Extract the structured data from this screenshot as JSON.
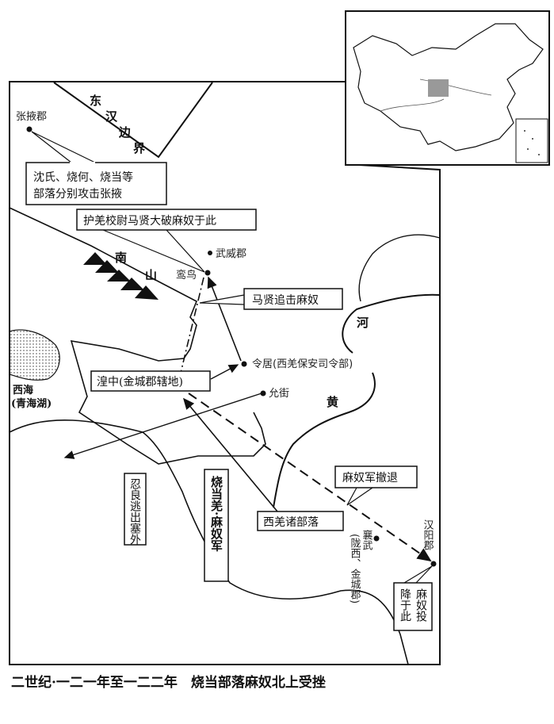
{
  "caption": "二世纪·一二一年至一二二年　烧当部落麻奴北上受挫",
  "border_label": [
    "东",
    "汉",
    "边",
    "界"
  ],
  "mountain_label": [
    "南",
    "山"
  ],
  "river_label": [
    "河",
    "黄"
  ],
  "lake_label": [
    "西海",
    "(青海湖)"
  ],
  "places": {
    "zhangye": "张掖郡",
    "wuwei": "武威郡",
    "luanniao": "鸾鸟",
    "lingju": "令居(西羌保安司令部)",
    "yunjie": "允街",
    "xiangwu": "襄武",
    "xiangwu_note": "(陇西、金城郡)",
    "hanyang": "汉阳郡"
  },
  "callouts": {
    "attack": [
      "沈氏、烧何、烧当等",
      "部落分别攻击张掖"
    ],
    "defeat": "护羌校尉马贤大破麻奴于此",
    "pursue": "马贤追击麻奴",
    "huangzhong": "湟中(金城郡辖地)",
    "retreat": "麻奴军撤退",
    "xiqiang": "西羌诸部落",
    "renliang": "忍良逃出塞外",
    "shaodang": "烧当羌·麻奴军",
    "surrender": [
      "麻奴投",
      "降于此"
    ]
  }
}
